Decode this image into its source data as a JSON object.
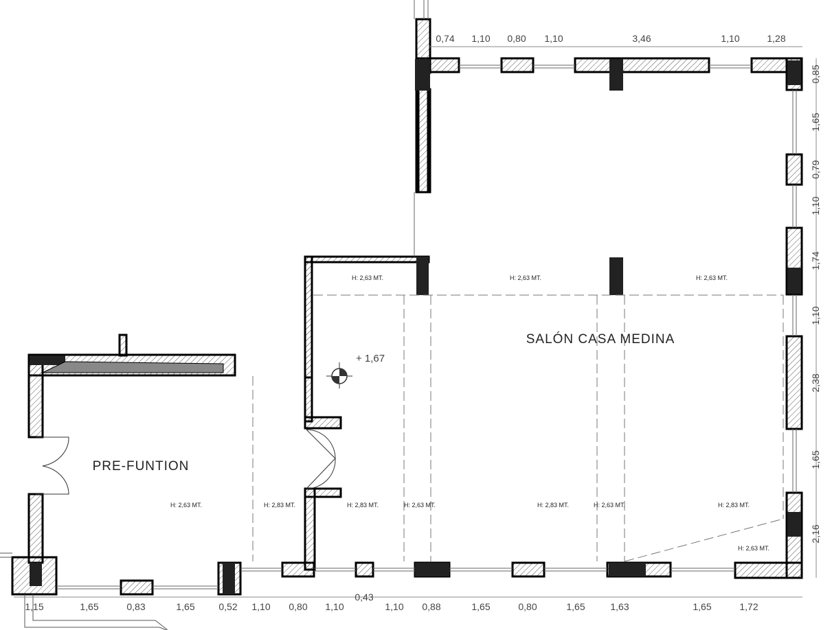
{
  "rooms": {
    "main": "SALÓN CASA MEDINA",
    "pre": "PRE-FUNTION"
  },
  "level_mark": "+ 1,67",
  "heights": {
    "h1": "H:  2,63 MT.",
    "h2": "H:  2,63 MT.",
    "h3": "H:  2,63 MT.",
    "h4": "H:  2,63 MT.",
    "h5": "H:  2,83 MT.",
    "h6": "H:  2,83 MT.",
    "h7": "H:  2,63 MT.",
    "h8": "H:  2,83 MT.",
    "h9": "H:  2,63 MT.",
    "h10": "H:  2,83 MT.",
    "h11": "H:  2,63 MT."
  },
  "dims_top": [
    "0,74",
    "1,10",
    "0,80",
    "1,10",
    "3,46",
    "1,10",
    "1,28"
  ],
  "dims_right": [
    "0,85",
    "1,65",
    "0,79",
    "1,10",
    "1,74",
    "1,10",
    "2,38",
    "1,65",
    "2,16"
  ],
  "dims_bottom": [
    "1,15",
    "1,65",
    "0,83",
    "1,65",
    "0,52",
    "1,10",
    "0,80",
    "1,10",
    "1,10",
    "0,88",
    "1,65",
    "0,80",
    "1,65",
    "1,63",
    "1,65",
    "1,72"
  ],
  "dim_extra": "0,43"
}
